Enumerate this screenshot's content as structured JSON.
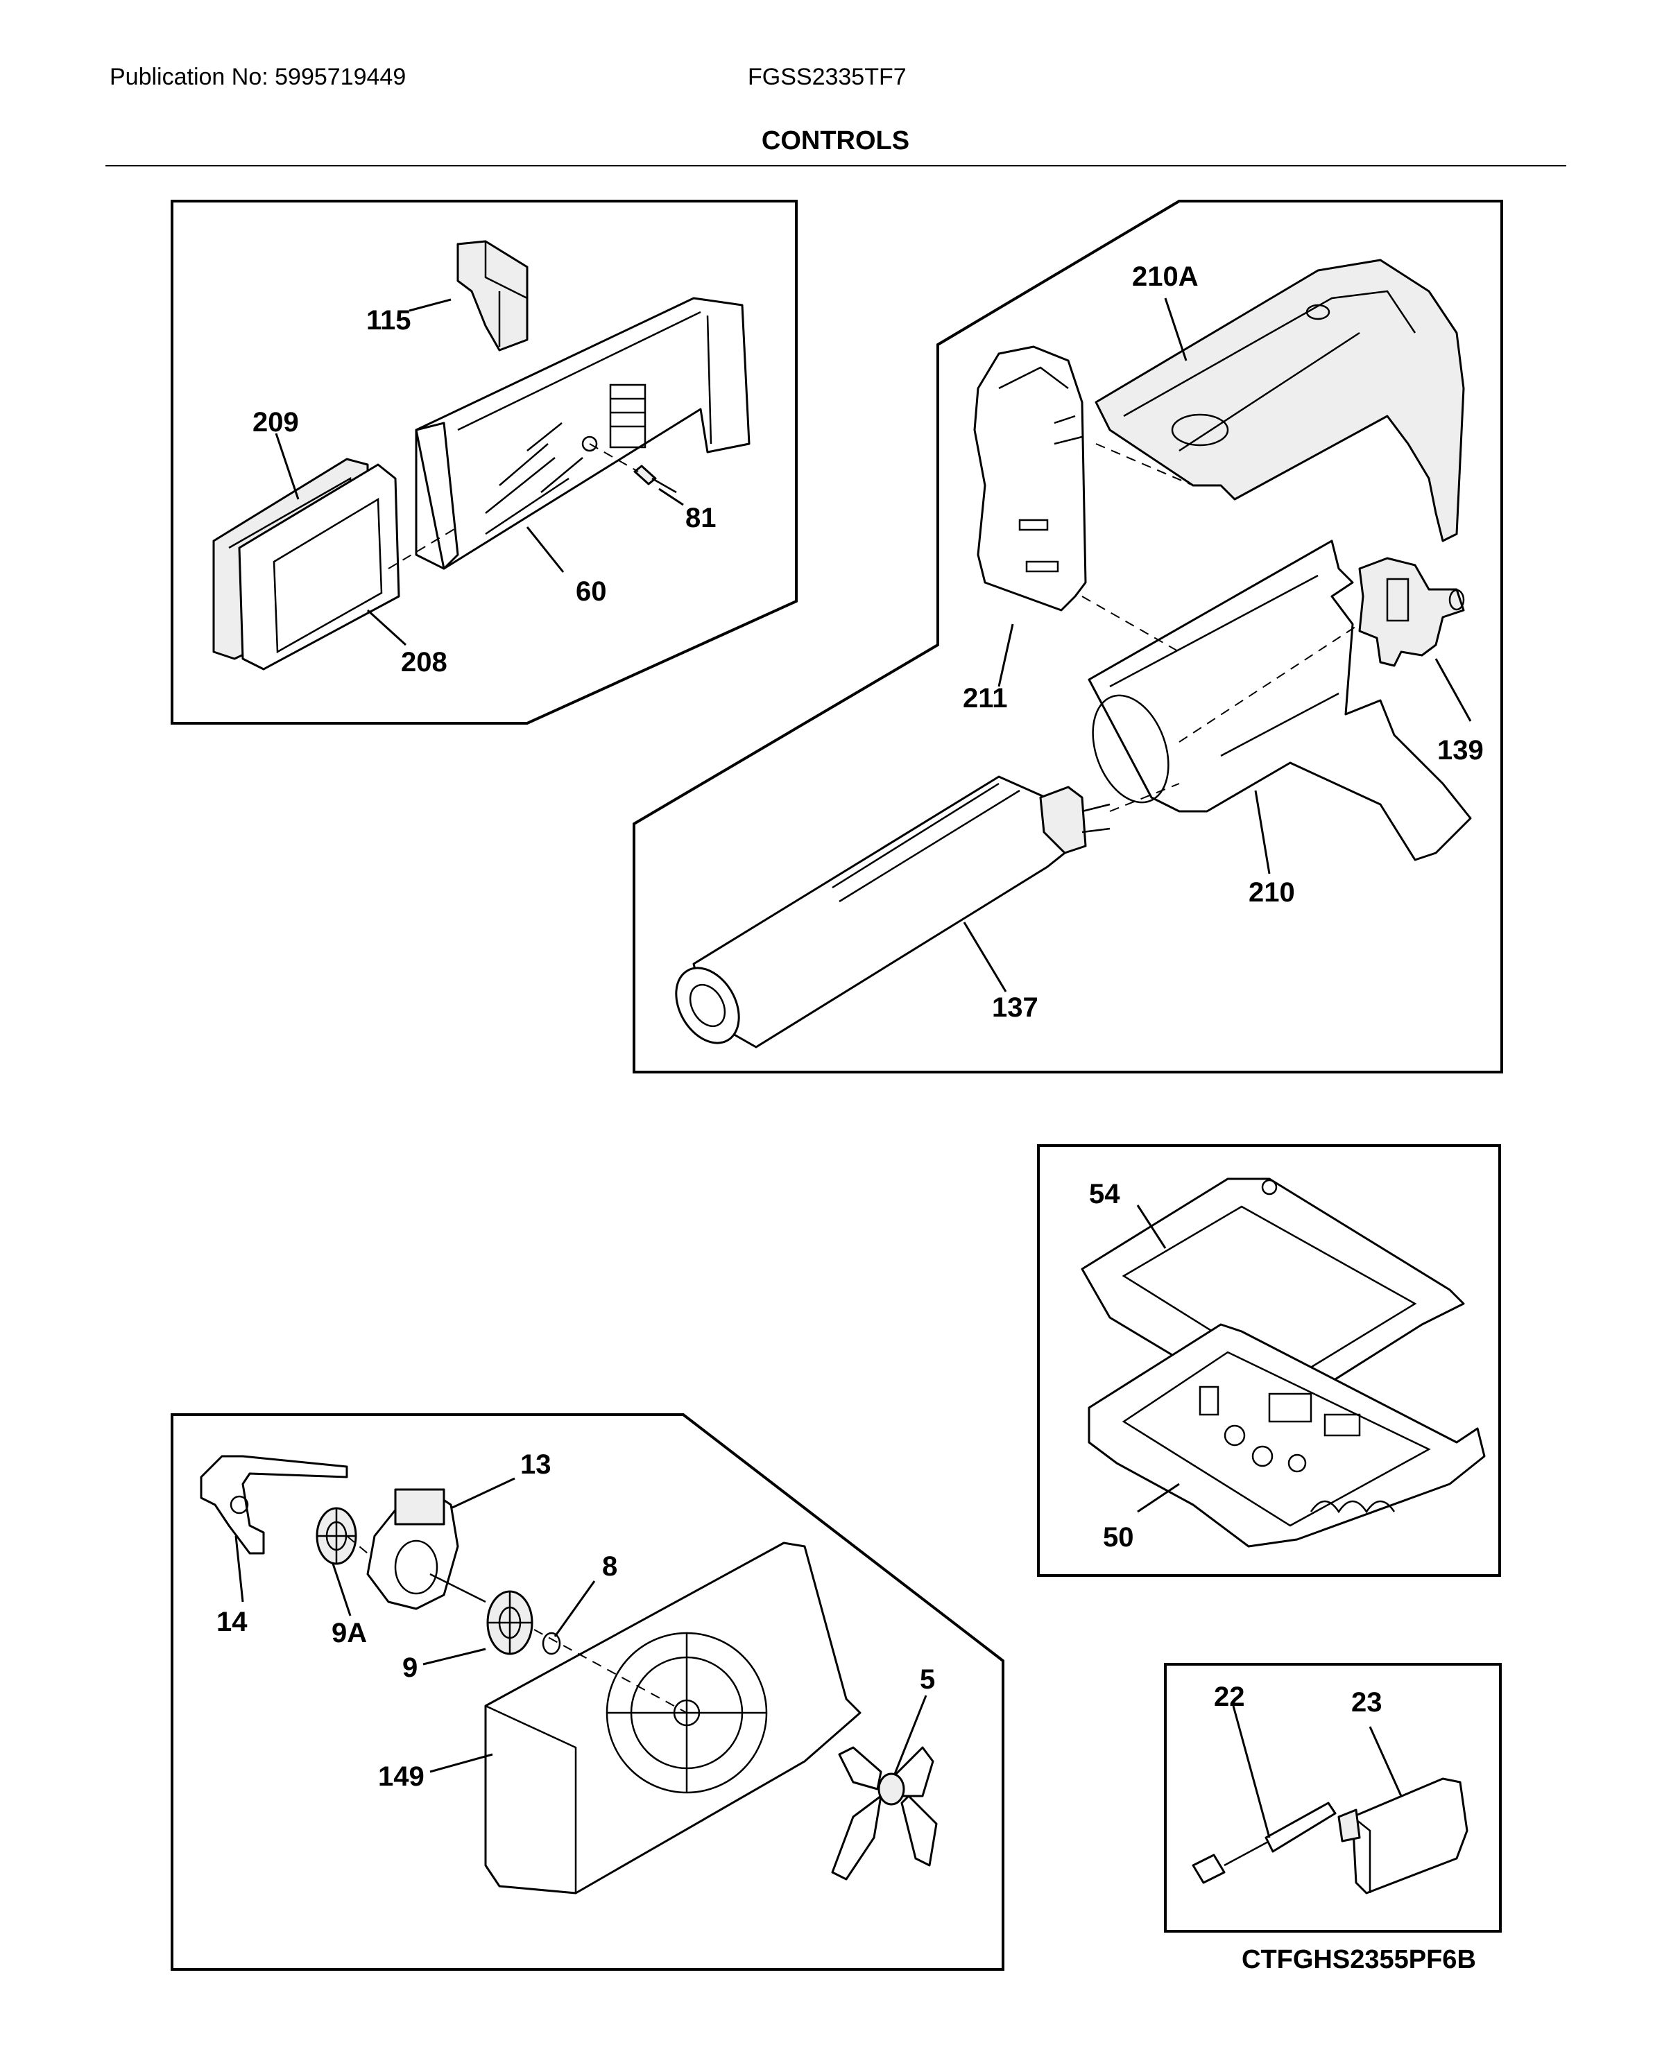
{
  "header": {
    "publication": "Publication No: 5995719449",
    "model": "FGSS2335TF7",
    "section_title": "CONTROLS"
  },
  "diagram_code": "CTFGHS2355PF6B",
  "callouts": {
    "p115": "115",
    "p209": "209",
    "p81": "81",
    "p60": "60",
    "p208": "208",
    "p210A": "210A",
    "p211": "211",
    "p139": "139",
    "p210": "210",
    "p137": "137",
    "p54": "54",
    "p50": "50",
    "p13": "13",
    "p8": "8",
    "p14": "14",
    "p9A": "9A",
    "p9": "9",
    "p5": "5",
    "p149": "149",
    "p22": "22",
    "p23": "23"
  }
}
